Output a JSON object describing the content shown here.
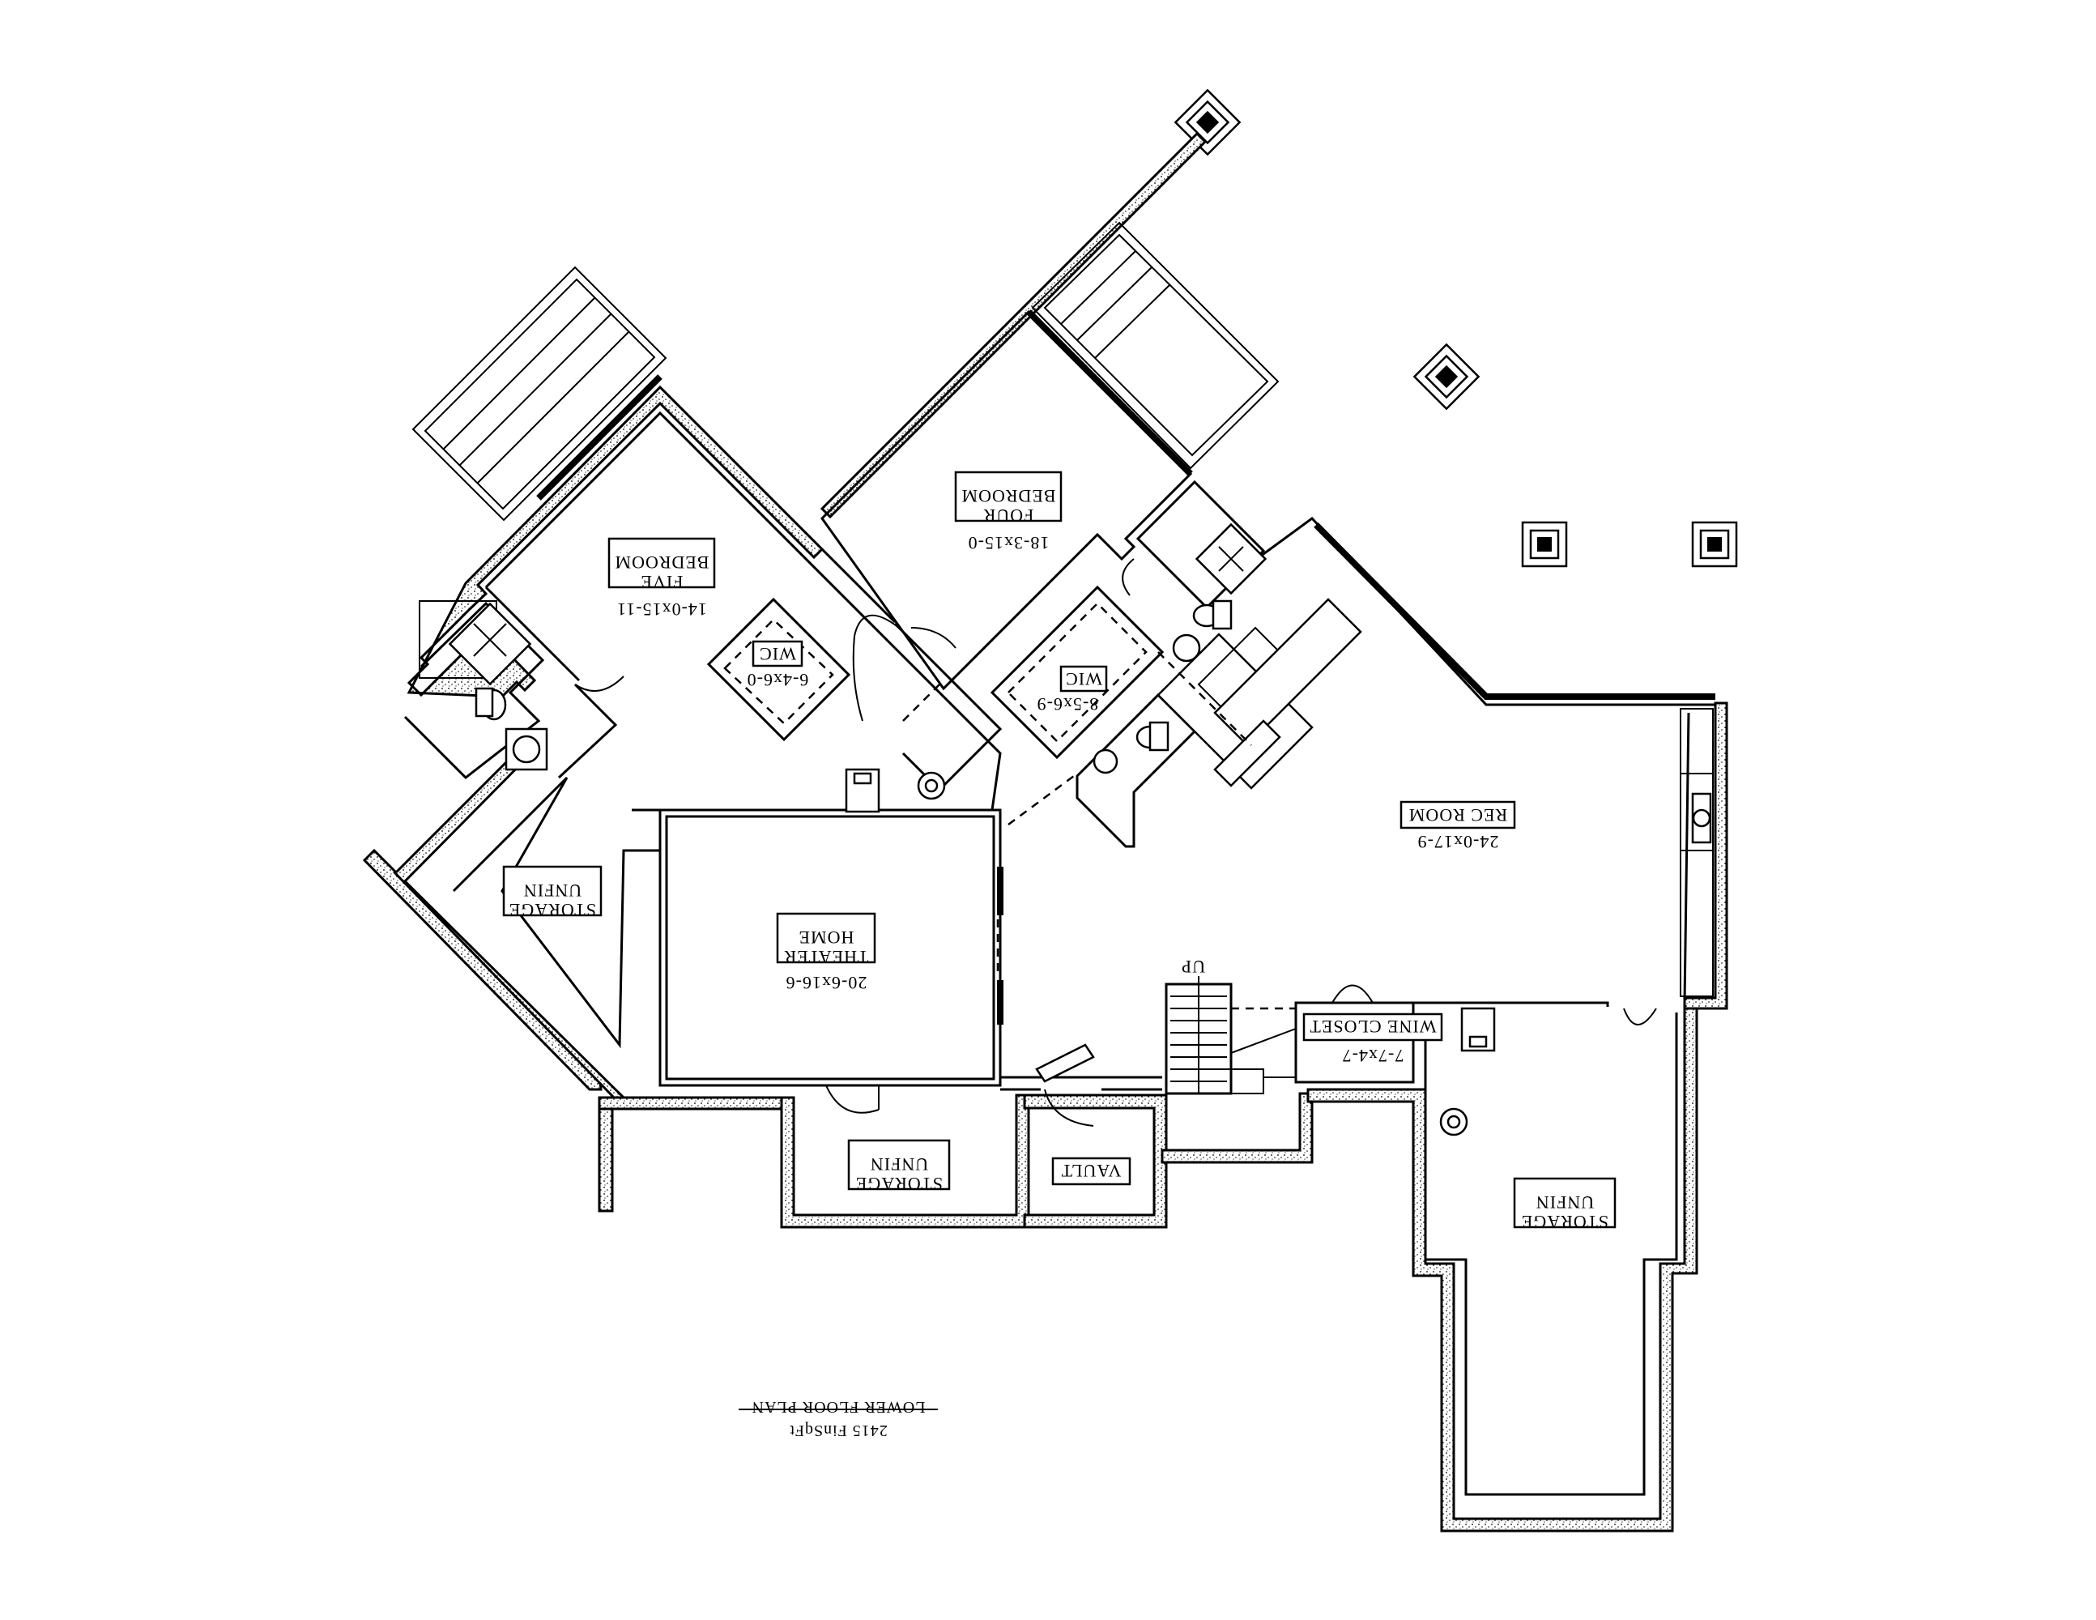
{
  "plan": {
    "title": "LOWER FLOOR PLAN",
    "area": "2415 FinSqFt"
  },
  "rooms": {
    "bedroom_five": {
      "line1": "BEDROOM",
      "line2": "FIVE",
      "dim": "14-0x15-11"
    },
    "bedroom_four": {
      "line1": "BEDROOM",
      "line2": "FOUR",
      "dim": "18-3x15-0"
    },
    "wic_five": {
      "label": "WIC",
      "dim": "6-4x6-0"
    },
    "wic_four": {
      "label": "WIC",
      "dim": "8-5x6-9"
    },
    "rec_room": {
      "label": "REC ROOM",
      "dim": "24-0x17-9"
    },
    "home_theater": {
      "line1": "HOME",
      "line2": "THEATER",
      "dim": "20-6x16-6"
    },
    "unfin_storage_left": {
      "line1": "UNFIN",
      "line2": "STORAGE"
    },
    "unfin_storage_bottom": {
      "line1": "UNFIN",
      "line2": "STORAGE"
    },
    "unfin_storage_right": {
      "line1": "UNFIN",
      "line2": "STORAGE"
    },
    "vault": {
      "label": "VAULT"
    },
    "wine_closet": {
      "label": "WINE CLOSET",
      "dim": "7-7x4-7"
    },
    "stair": {
      "label": "UP"
    }
  }
}
